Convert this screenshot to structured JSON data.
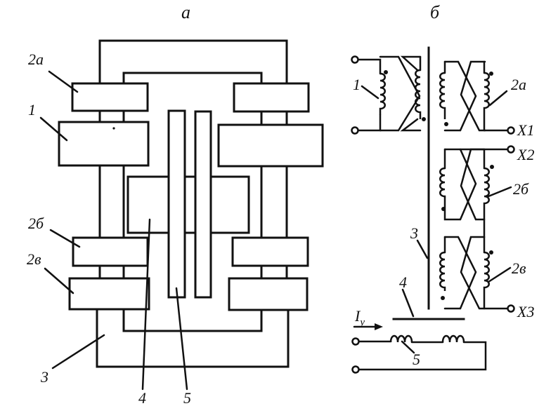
{
  "panel_a": {
    "title": "а",
    "labels": {
      "coil_2a": "2а",
      "coil_1": "1",
      "coil_2b": "2б",
      "coil_2v": "2в",
      "core_3": "3",
      "part_4": "4",
      "part_5": "5"
    }
  },
  "panel_b": {
    "title": "б",
    "labels": {
      "coil_1": "1",
      "coil_2a": "2а",
      "coil_2b": "2б",
      "coil_2v": "2в",
      "core_3": "3",
      "bar_4": "4",
      "coil_5": "5",
      "control_current": "I",
      "control_current_sub": "у"
    },
    "terminals": {
      "x1": "X1",
      "x2": "X2",
      "x3": "X3"
    }
  }
}
